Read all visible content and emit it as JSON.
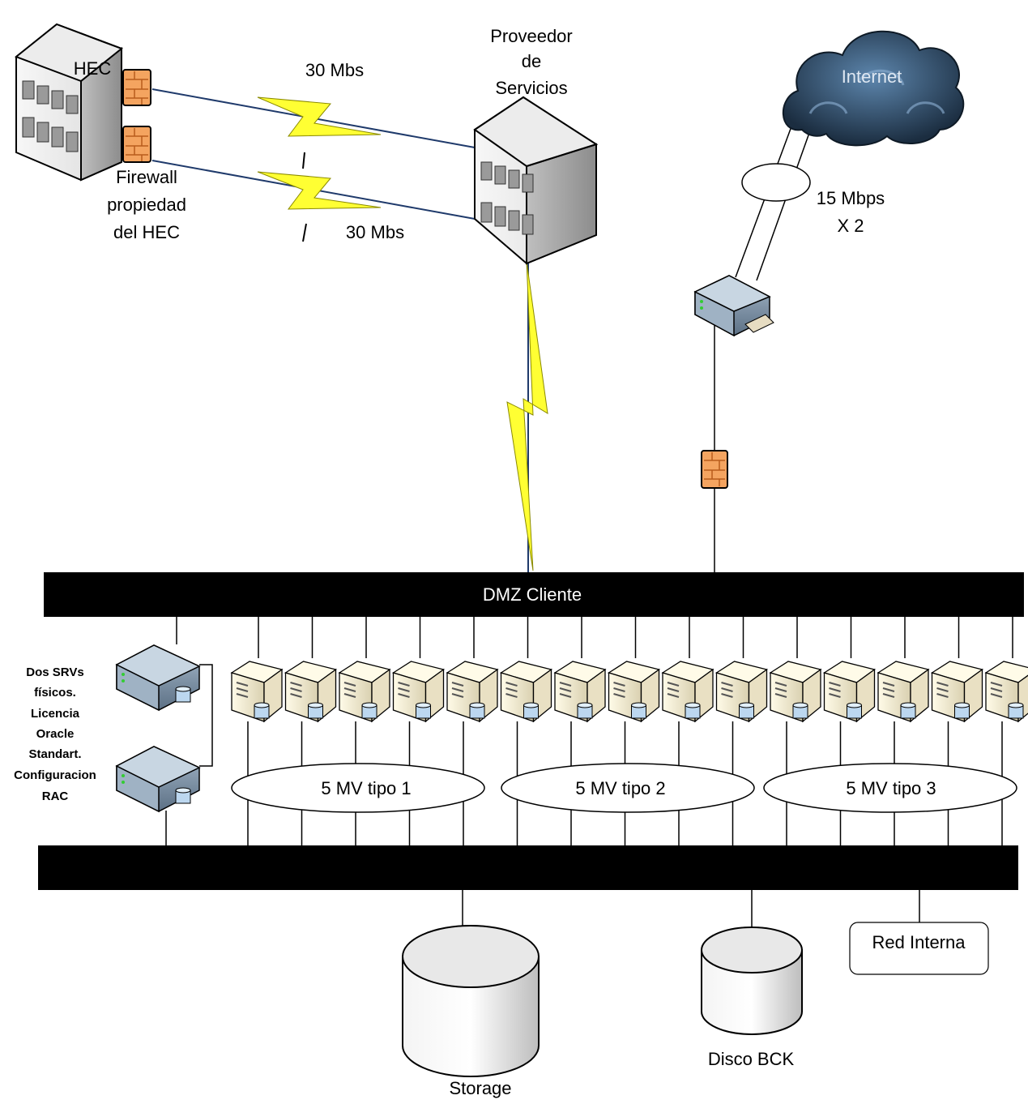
{
  "labels": {
    "hec": "HEC",
    "provider": [
      "Proveedor",
      "de",
      "Servicios"
    ],
    "link_top": "30 Mbs",
    "link_bottom": "30 Mbs",
    "firewall": [
      "Firewall",
      "propiedad",
      "del HEC"
    ],
    "internet": "Internet",
    "bandwidth": [
      "15 Mbps",
      "X 2"
    ],
    "dmz": "DMZ Cliente",
    "physical_servers": [
      "Dos SRVs",
      "físicos.",
      "Licencia",
      "Oracle",
      "Standart.",
      "Configuracion",
      "RAC"
    ],
    "vm_groups": [
      "5 MV tipo 1",
      "5 MV tipo 2",
      "5 MV tipo 3"
    ],
    "storage": "Storage",
    "backup_disk": "Disco BCK",
    "internal_network": "Red Interna"
  },
  "colors": {
    "bus": "#000000",
    "lightning": "#ffff33",
    "lightning_stroke": "#8a8a00",
    "cable": "#1f3a6b",
    "firewall": "#f4a460",
    "cloud": "#2e4a66",
    "rack": "#6f8398"
  },
  "icons": {
    "building": "building-icon",
    "firewall": "firewall-icon",
    "cloud": "cloud-icon",
    "rack_server": "rack-server-icon",
    "tower_server": "tower-server-icon",
    "disk": "disk-icon"
  },
  "vm_count": 15
}
